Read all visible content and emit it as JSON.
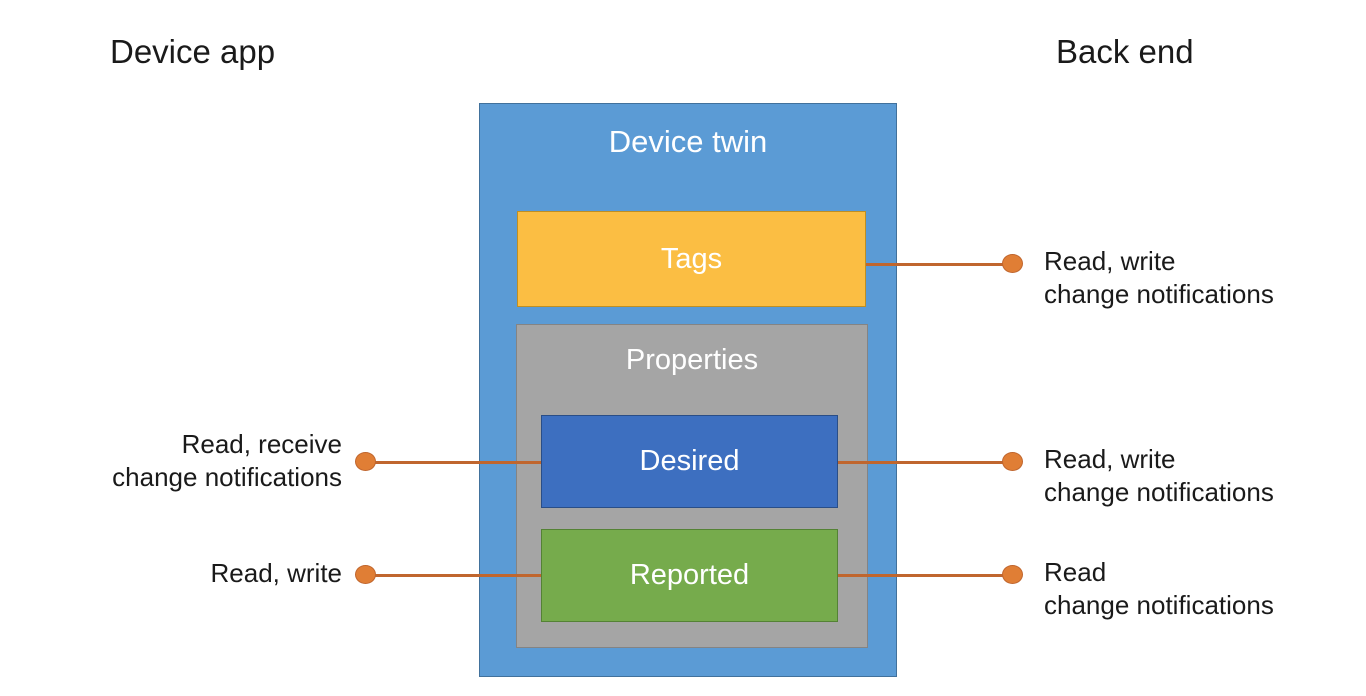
{
  "diagram": {
    "title": "Device twin",
    "headers": {
      "left": "Device app",
      "right": "Back end"
    },
    "boxes": {
      "device_twin": {
        "label": "Device twin",
        "color": "#5B9BD5"
      },
      "tags": {
        "label": "Tags",
        "color": "#FBBE43"
      },
      "properties": {
        "label": "Properties",
        "color": "#A5A5A5"
      },
      "desired": {
        "label": "Desired",
        "color": "#3D6FC0"
      },
      "reported": {
        "label": "Reported",
        "color": "#76AB4C"
      }
    },
    "connectors": {
      "accent_color": "#C0662E",
      "dot_color": "#E07E35"
    },
    "captions": {
      "tags_right": {
        "line1": "Read, write",
        "line2": "change notifications"
      },
      "desired_right": {
        "line1": "Read, write",
        "line2": "change notifications"
      },
      "reported_right": {
        "line1": "Read",
        "line2": "change notifications"
      },
      "desired_left": {
        "line1": "Read, receive",
        "line2": "change notifications"
      },
      "reported_left": {
        "line1": "Read, write",
        "line2": ""
      }
    }
  }
}
